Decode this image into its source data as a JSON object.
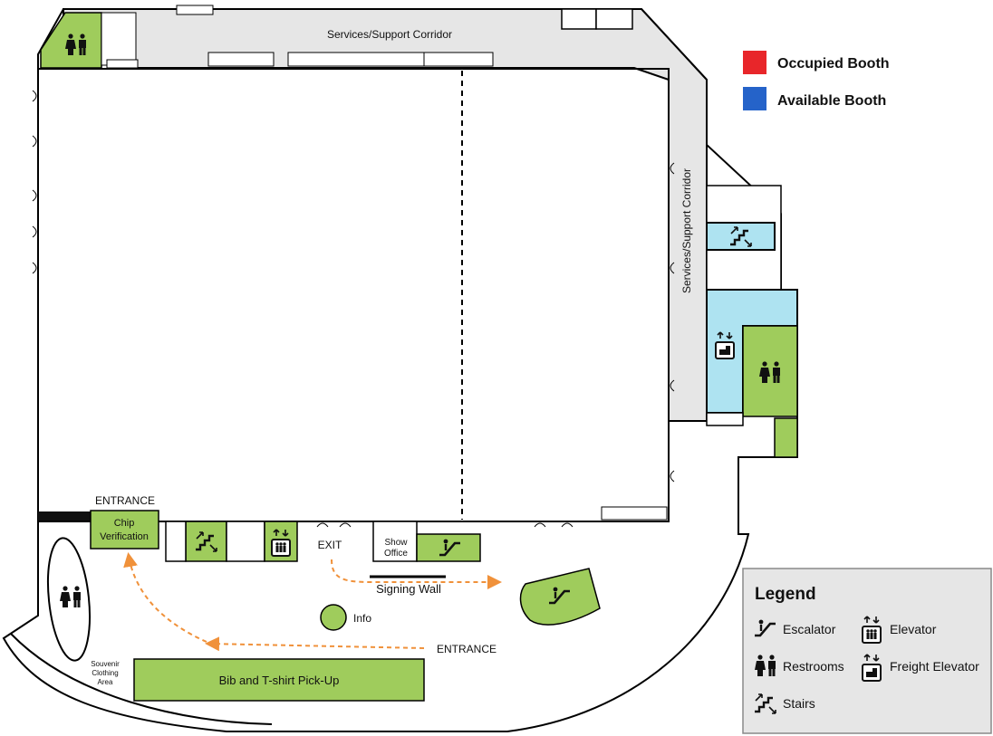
{
  "map": {
    "corridor_top": "Services/Support Corridor",
    "corridor_right": "Services/Support Corridor",
    "entrance_left": "ENTRANCE",
    "entrance_bottom": "ENTRANCE",
    "chip_verification_line1": "Chip",
    "chip_verification_line2": "Verification",
    "exit": "EXIT",
    "show_office_line1": "Show",
    "show_office_line2": "Office",
    "signing_wall": "Signing Wall",
    "info": "Info",
    "souvenir_line1": "Souvenir",
    "souvenir_line2": "Clothing",
    "souvenir_line3": "Area",
    "bib_pickup": "Bib and T-shirt Pick-Up"
  },
  "booth_key": {
    "occupied": {
      "label": "Occupied Booth",
      "color": "#e8262a"
    },
    "available": {
      "label": "Available Booth",
      "color": "#2563c9"
    }
  },
  "legend": {
    "title": "Legend",
    "items": [
      {
        "icon": "escalator-icon",
        "label": "Escalator"
      },
      {
        "icon": "elevator-icon",
        "label": "Elevator"
      },
      {
        "icon": "restroom-icon",
        "label": "Restrooms"
      },
      {
        "icon": "freight-elevator-icon",
        "label": "Freight Elevator"
      },
      {
        "icon": "stairs-icon",
        "label": "Stairs"
      }
    ]
  },
  "colors": {
    "amenity_green": "#9fcc5c",
    "elevator_blue": "#aee3f1",
    "corridor_gray": "#e6e6e6",
    "route_orange": "#f0913a"
  }
}
